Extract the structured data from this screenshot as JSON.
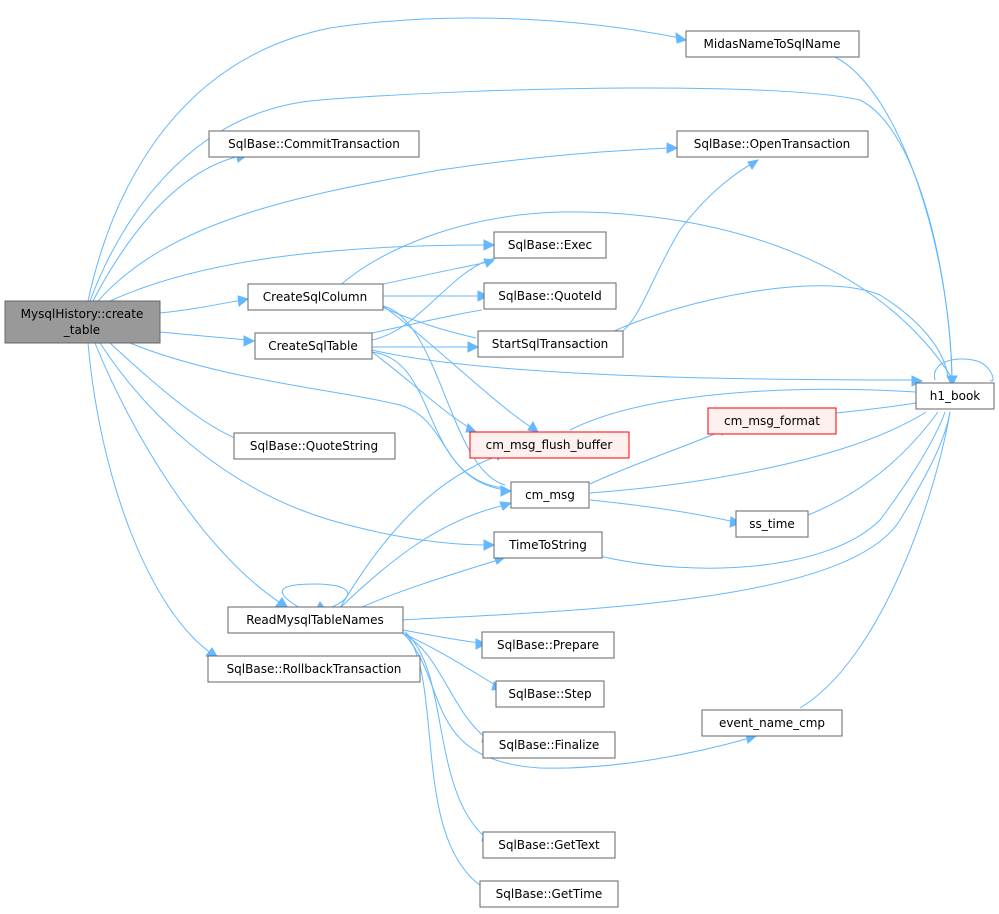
{
  "colors": {
    "edge": "#63b8ff",
    "node_border": "#666666",
    "root_fill": "#999999",
    "warn_fill": "#fff0f0",
    "warn_border": "#ff0000"
  },
  "nodes": {
    "root": {
      "line1": "MysqlHistory::create",
      "line2": "_table"
    },
    "midas": "MidasNameToSqlName",
    "commit": "SqlBase::CommitTransaction",
    "open": "SqlBase::OpenTransaction",
    "exec": "SqlBase::Exec",
    "quoteid": "SqlBase::QuoteId",
    "createcol": "CreateSqlColumn",
    "createtab": "CreateSqlTable",
    "starttx": "StartSqlTransaction",
    "h1book": "h1_book",
    "cmformat": "cm_msg_format",
    "cmflush": "cm_msg_flush_buffer",
    "quotestr": "SqlBase::QuoteString",
    "cmmsg": "cm_msg",
    "sstime": "ss_time",
    "timestr": "TimeToString",
    "readmysql": "ReadMysqlTableNames",
    "prepare": "SqlBase::Prepare",
    "rollback": "SqlBase::RollbackTransaction",
    "step": "SqlBase::Step",
    "eventcmp": "event_name_cmp",
    "finalize": "SqlBase::Finalize",
    "gettext": "SqlBase::GetText",
    "gettime": "SqlBase::GetTime"
  }
}
